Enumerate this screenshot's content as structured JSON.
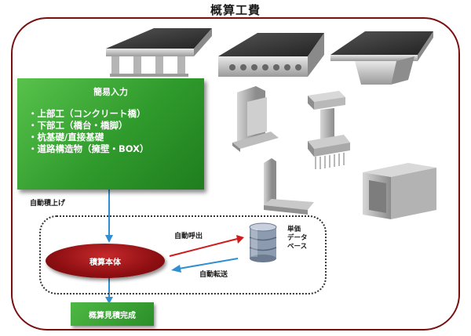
{
  "title": "概算工費",
  "input_box": {
    "header": "簡易入力",
    "items": [
      "上部工（コンクリート橋）",
      "下部工（橋台・橋脚）",
      "杭基礎/直接基礎",
      "道路構造物（擁壁・BOX）"
    ]
  },
  "labels": {
    "auto_estimate": "自動積上げ",
    "auto_call": "自動呼出",
    "auto_transfer": "自動転送"
  },
  "engine": "積算本体",
  "database": {
    "line1": "単価",
    "line2": "データ",
    "line3": "ベース"
  },
  "result": "概算見積完成",
  "colors": {
    "frame": "#7a0f10",
    "green": "#2f9a2c",
    "engine_red": "#8f0f12",
    "arrow_blue": "#2f8fd0",
    "arrow_red": "#d11b1b"
  }
}
